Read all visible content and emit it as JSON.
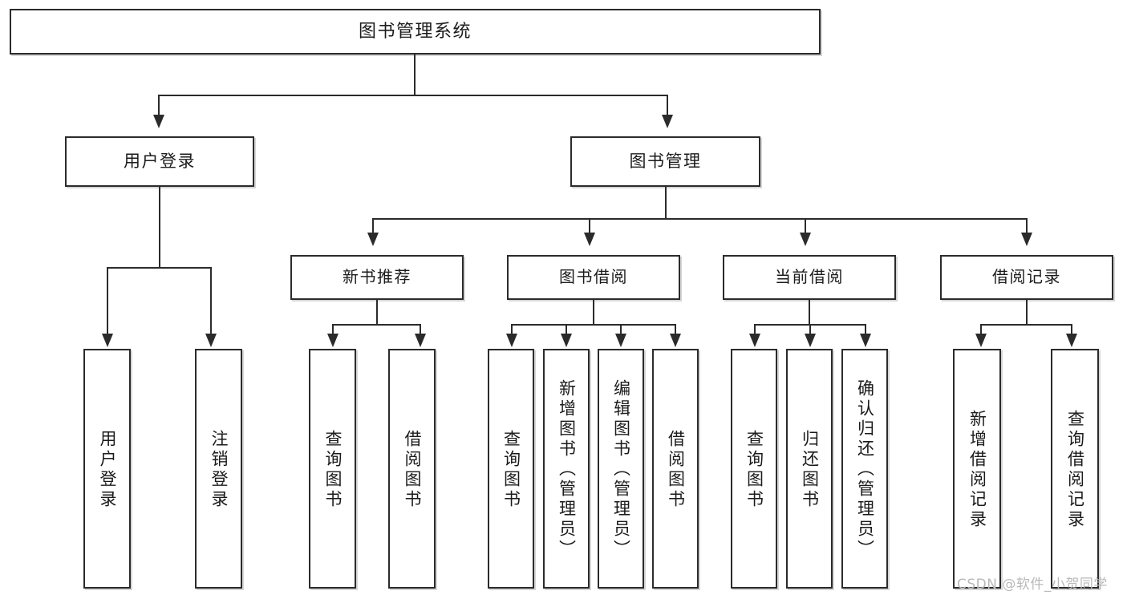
{
  "diagram": {
    "title": "图书管理系统",
    "type": "tree-hierarchy-chart",
    "watermark": "CSDN @软件_小贺同学"
  },
  "root": {
    "label": "图书管理系统"
  },
  "level2": [
    {
      "label": "用户登录"
    },
    {
      "label": "图书管理"
    }
  ],
  "level3": [
    {
      "label": "新书推荐"
    },
    {
      "label": "图书借阅"
    },
    {
      "label": "当前借阅"
    },
    {
      "label": "借阅记录"
    }
  ],
  "leaves": {
    "user_login": [
      {
        "label": "用户登录"
      },
      {
        "label": "注销登录"
      }
    ],
    "new_book_recommend": [
      {
        "label": "查询图书"
      },
      {
        "label": "借阅图书"
      }
    ],
    "book_borrow": [
      {
        "label": "查询图书"
      },
      {
        "label": "新增图书（管理员）"
      },
      {
        "label": "编辑图书（管理员）"
      },
      {
        "label": "借阅图书"
      }
    ],
    "current_borrow": [
      {
        "label": "查询图书"
      },
      {
        "label": "归还图书"
      },
      {
        "label": "确认归还（管理员）"
      }
    ],
    "borrow_record": [
      {
        "label": "新增借阅记录"
      },
      {
        "label": "查询借阅记录"
      }
    ]
  },
  "colors": {
    "stroke": "#2b2b2b",
    "fill": "#ffffff",
    "watermark": "#b9b9b9"
  }
}
